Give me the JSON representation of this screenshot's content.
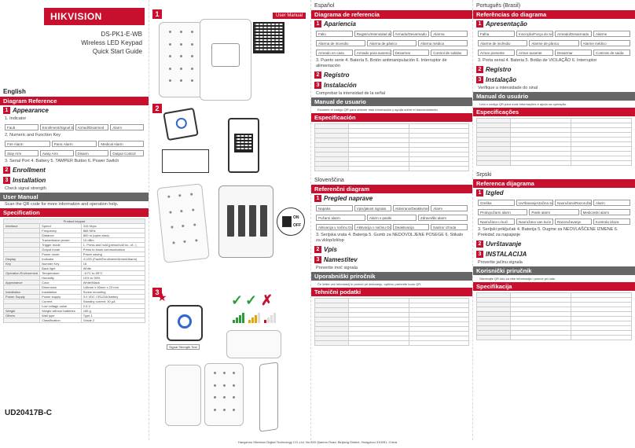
{
  "brand": {
    "logo_text": "HIKVISION",
    "accent": "#c8102e"
  },
  "product": {
    "model": "DS-PK1-E-WB",
    "name": "Wireless LED Keypad",
    "guide": "Quick Start Guide"
  },
  "doc_number": "UD20417B-C",
  "footer": "Hangzhou Hikvision Digital Technology CO.,Ltd. No.555 Qianmo Road, Binjiang District, Hangzhou 310051, China",
  "english": {
    "language": "English",
    "diagram_reference": "Diagram Reference",
    "appearance": "Appearance",
    "indicator_caption": "1. Indicator",
    "indicators": [
      "Fault",
      "Enrollment/Signal Strength",
      "Armed/Disarmed",
      "Alarm"
    ],
    "keys_caption": "2. Numeric and Function Key",
    "keys": [
      "Fire Alarm",
      "Panic Alarm",
      "Medical Alarm",
      "Stay Arm",
      "Away Arm",
      "Disarm",
      "Output Control"
    ],
    "parts_caption": "3. Serial Port   4. Battery   5. TAMPER Button   6. Power Switch",
    "enrollment": "Enrollment",
    "installation": "Installation",
    "check_signal": "Check signal strength",
    "user_manual": "User Manual",
    "scan_text": "Scan the QR code for more information and operation help.",
    "specification": "Specification",
    "spec_header": "Product keypad",
    "spec_rows": [
      [
        "Interface",
        "Speed",
        "315 Kbps"
      ],
      [
        "",
        "Frequency",
        "868 MHz"
      ],
      [
        "",
        "Distance",
        "800 m (open area)"
      ],
      [
        "",
        "Transmission power",
        "10 dBm"
      ],
      [
        "",
        "Trigger mode",
        "1. Press and hold (press/hold no. of...)"
      ],
      [
        "",
        "Output mode",
        "Press to show communication"
      ],
      [
        "",
        "Power mode",
        "Power saving"
      ],
      [
        "Display",
        "Indicator",
        "4 LED (Fault/Enrollment/Armed/Alarm)"
      ],
      [
        "Key",
        "Number Key",
        "16"
      ],
      [
        "",
        "Back light",
        "White"
      ],
      [
        "Operation Environment",
        "Temperature",
        "-10°C to 55°C"
      ],
      [
        "",
        "Humidity",
        "10% to 90%"
      ],
      [
        "Appearance",
        "Color",
        "White/Black"
      ],
      [
        "",
        "Dimension",
        "148mm x 90mm x 23 mm"
      ],
      [
        "Installation",
        "Installation",
        "Screw mounting"
      ],
      [
        "Power Supply",
        "Power supply",
        "3.0 VDC CR123A battery"
      ],
      [
        "",
        "Current",
        "Standby current: 30 μA"
      ],
      [
        "",
        "Low voltage value",
        "2.5 V"
      ],
      [
        "Weight",
        "Weight without batteries",
        "185 g"
      ],
      [
        "Others",
        "Wall type",
        "Type 1"
      ],
      [
        "",
        "Classification",
        "Grade 2"
      ]
    ]
  },
  "figure": {
    "user_manual_tab": "User Manual",
    "fig_nums": [
      "1",
      "2",
      "3"
    ],
    "on_label": "ON",
    "off_label": "OFF",
    "signal_test": "Signal Strength Test"
  },
  "espanol": {
    "language": "Español",
    "diagram_reference": "Diagrama de referencia",
    "appearance": "Apariencia",
    "indicators": [
      "Fallo",
      "Registro/Intensidad de señal",
      "Armado/Desarmado",
      "Alarma"
    ],
    "keys": [
      "Alarma de incendio",
      "Alarma de pánico",
      "Alarma médica",
      "Armado en casa",
      "Armado para ausencia",
      "Desarmar",
      "Control de salidas"
    ],
    "parts_caption": "3. Puerto serie   4. Batería   5. Botón antimanipulación   6. Interruptor de alimentación",
    "enrollment": "Registro",
    "installation": "Instalación",
    "check_signal": "Comprobar la intensidad de la señal",
    "user_manual": "Manual de usuario",
    "scan_text": "Escanee el código QR para obtener más información y ayuda sobre el funcionamiento.",
    "specification": "Especificación"
  },
  "portugues": {
    "language": "Português (Brasil)",
    "diagram_reference": "Referências do diagrama",
    "appearance": "Apresentação",
    "indicators": [
      "Falha",
      "Inscrição/Força do sinal",
      "Armado/Desarmado",
      "Alarme"
    ],
    "keys": [
      "Alarme de incêndio",
      "Alarme de pânico",
      "Alarme médico",
      "Armar presente",
      "Armar ausente",
      "Desarmar",
      "Controle de saída"
    ],
    "parts_caption": "3. Porta serial   4. Bateria   5. Botão de VIOLAÇÃO   6. Interruptor",
    "enrollment": "Registro",
    "installation": "Instalação",
    "check_signal": "Verifique a intensidade do sinal",
    "user_manual": "Manual do usuário",
    "scan_text": "Leia o código QR para mais informações e ajuda na operação.",
    "specification": "Especificações"
  },
  "slovenscina": {
    "language": "Slovenščina",
    "diagram_reference": "Referenčni diagram",
    "appearance": "Pregled naprave",
    "indicators": [
      "Napaka",
      "Vpis/jakost signala",
      "Aktivirano/Deaktivirano",
      "Alarm"
    ],
    "keys": [
      "Požarni alarm",
      "Alarm v paniki",
      "Zdravniški alarm",
      "Aktivacija v načinu Doma",
      "Aktivacija v načinu Odsoten",
      "Deaktivacija",
      "Nadzor izhoda"
    ],
    "parts_caption": "3. Serijska vrata   4. Baterija   5. Gumb za NEDOVOLJENE POSEGE   6. Stikalo za vklop/izklop",
    "enrollment": "Vpis",
    "installation": "Namestitev",
    "check_signal": "Preverite moč signala",
    "user_manual": "Uporabniški priročnik",
    "scan_text": "Če želite več informacij in pomoč pri delovanju, optično preberite kodo QR.",
    "specification": "Tehnični podatki"
  },
  "srpski": {
    "language": "Srpski",
    "diagram_reference": "Referenca dijagrama",
    "appearance": "Izgled",
    "indicators": [
      "Greška",
      "Uvrštavanje/Jačina signala",
      "Naoružano/Razoružano",
      "Alarm"
    ],
    "keys": [
      "Protivpožarni alarm",
      "Panik alarm",
      "Medicinski alarm",
      "Naoružano u kući",
      "Naoružano van kuće",
      "Razoružavanje",
      "Kontrola izlaza"
    ],
    "parts_caption": "3. Serijski priključak   4. Baterija   5. Dugme za NEOVLAŠĆENE IZMENE   6. Prekidač za napajanje",
    "enrollment": "Uvrštavanje",
    "installation": "INSTALACIJA",
    "check_signal": "Proverite jačinu signala",
    "user_manual": "Korisnički priručnik",
    "scan_text": "Skenirajte QR kôd za više informacija i pomoć pri radu.",
    "specification": "Specifikacija"
  }
}
